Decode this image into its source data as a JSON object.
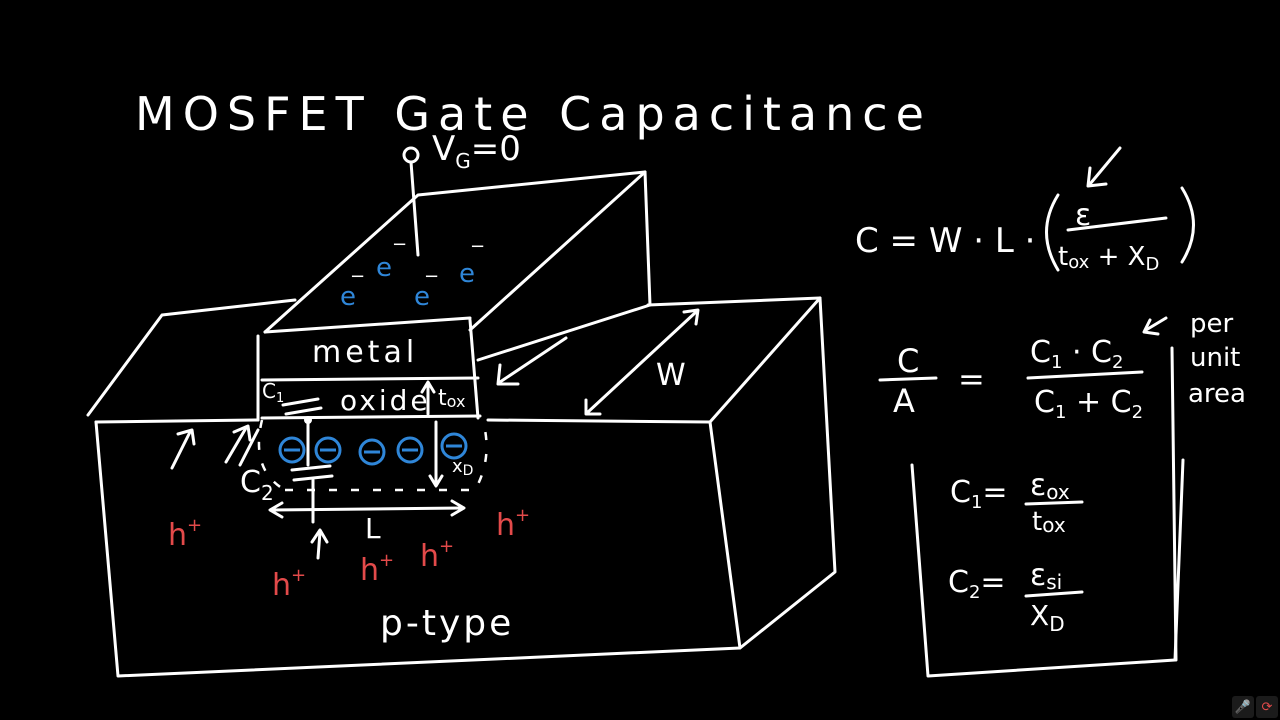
{
  "title": "MOSFET Gate Capacitance",
  "gate_voltage": "V",
  "gate_voltage_sub": "G",
  "gate_voltage_value": "=0",
  "labels": {
    "metal": "metal",
    "oxide": "oxide",
    "tox": "t",
    "tox_sub": "ox",
    "xd": "x",
    "xd_sub": "D",
    "length": "L",
    "width": "W",
    "substrate": "p-type",
    "c1": "C",
    "c1_sub": "1",
    "c2": "C",
    "c2_sub": "2",
    "hole": "h",
    "hole_sup": "+",
    "electron_surface": "e",
    "electron_sup": "−",
    "inversion_charge": "Θ",
    "per_unit_area": [
      "per",
      "unit",
      "area"
    ]
  },
  "equations": {
    "total": {
      "lhs": "C = W · L ·",
      "numerator": "ε",
      "denominator": "t",
      "denominator_sub": "ox",
      "denominator_tail": " + X",
      "denominator_tail_sub": "D"
    },
    "per_area": {
      "lhs_num": "C",
      "lhs_den": "A",
      "equals": "=",
      "rhs_num_a": "C",
      "rhs_num_a_sub": "1",
      "rhs_dot": " · ",
      "rhs_num_b": "C",
      "rhs_num_b_sub": "2",
      "rhs_den_a": "C",
      "rhs_den_a_sub": "1",
      "rhs_plus": " + ",
      "rhs_den_b": "C",
      "rhs_den_b_sub": "2"
    },
    "c1_def": {
      "lhs": "C",
      "lhs_sub": "1",
      "eq": "=",
      "num": "ε",
      "num_sub": "ox",
      "den": "t",
      "den_sub": "ox"
    },
    "c2_def": {
      "lhs": "C",
      "lhs_sub": "2",
      "eq": "=",
      "num": "ε",
      "num_sub": "si",
      "den": "X",
      "den_sub": "D"
    }
  },
  "colors": {
    "background": "#000000",
    "ink": "#ffffff",
    "electrons": "#2f86d8",
    "holes": "#e34a4a"
  },
  "player_icons": [
    "microphone-icon",
    "refresh-icon"
  ]
}
